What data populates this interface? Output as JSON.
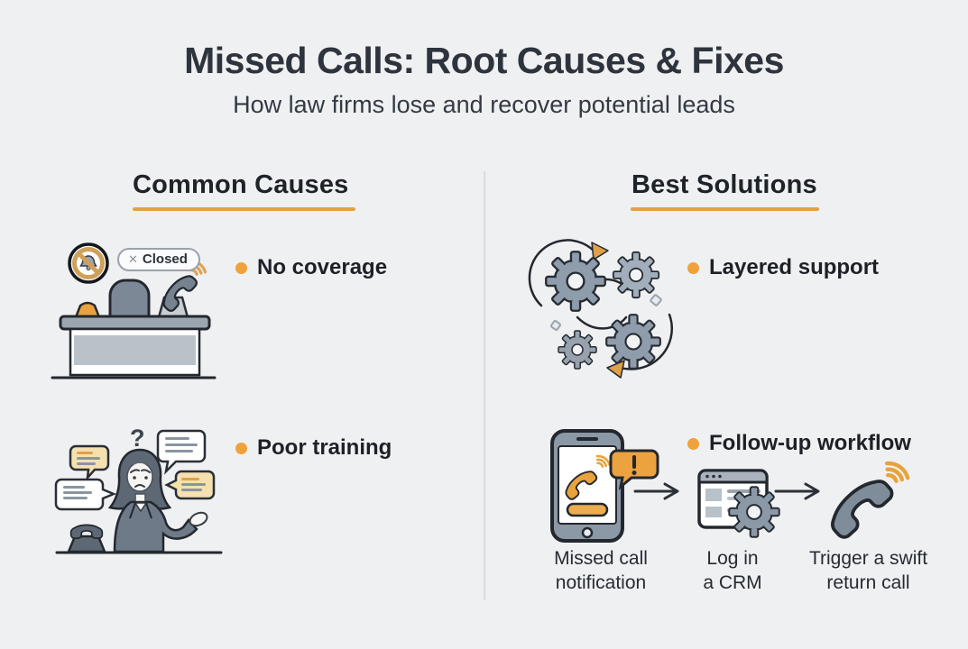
{
  "header": {
    "title": "Missed Calls: Root Causes & Fixes",
    "subtitle": "How law firms lose and recover potential leads"
  },
  "causes": {
    "header": "Common Causes",
    "items": [
      {
        "label": "No coverage",
        "illustration": "closed-reception-desk",
        "badge_x": "✕",
        "badge_label": "Closed"
      },
      {
        "label": "Poor training",
        "illustration": "confused-receptionist"
      }
    ]
  },
  "solutions": {
    "header": "Best Solutions",
    "items": [
      {
        "label": "Layered support",
        "illustration": "process-gears"
      },
      {
        "label": "Follow-up workflow",
        "illustration": "three-step-workflow"
      }
    ],
    "workflow": {
      "steps": [
        {
          "caption": "Missed call notification",
          "icon": "missed-call-phone-icon"
        },
        {
          "caption": "Log in a CRM",
          "icon": "crm-browser-icon"
        },
        {
          "caption": "Trigger a swift return call",
          "icon": "return-call-handset-icon"
        }
      ]
    }
  },
  "colors": {
    "background": "#eff0f2",
    "accent_orange": "#E8A33C",
    "bullet_orange": "#EFA13B",
    "underline_orange": "#E2A146",
    "heading_dark": "#2e343d",
    "icon_gray": "#8593a2",
    "outline_dark": "#23282e"
  }
}
